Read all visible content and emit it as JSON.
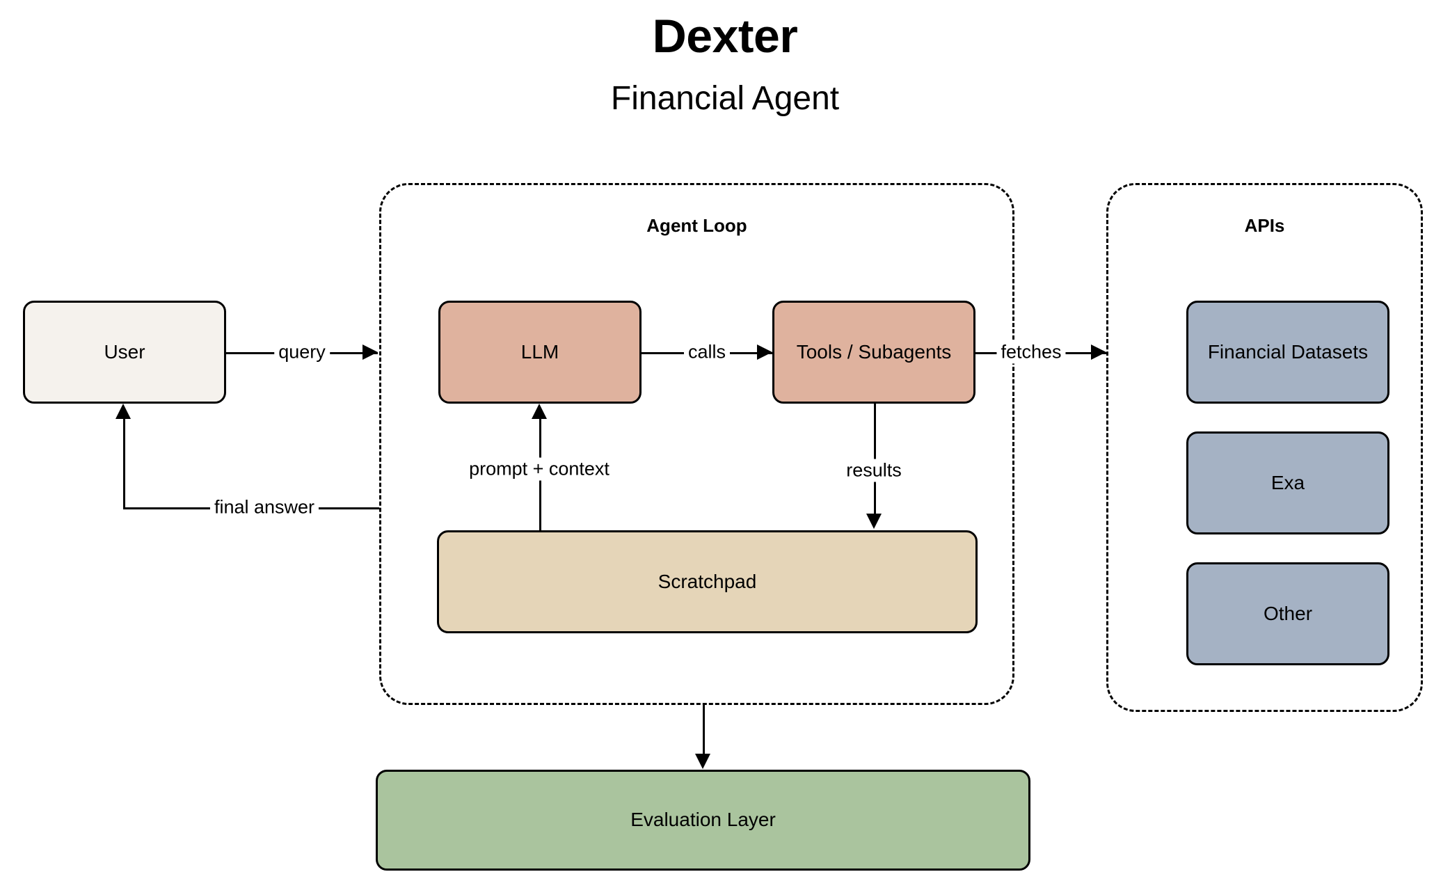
{
  "header": {
    "title": "Dexter",
    "subtitle": "Financial Agent"
  },
  "groups": {
    "agent_loop": {
      "label": "Agent Loop"
    },
    "apis": {
      "label": "APIs"
    }
  },
  "nodes": {
    "user": {
      "label": "User"
    },
    "llm": {
      "label": "LLM"
    },
    "tools": {
      "label": "Tools / Subagents"
    },
    "scratchpad": {
      "label": "Scratchpad"
    },
    "evaluation": {
      "label": "Evaluation Layer"
    },
    "financial_datasets": {
      "label": "Financial Datasets"
    },
    "exa": {
      "label": "Exa"
    },
    "other": {
      "label": "Other"
    }
  },
  "edges": {
    "query": {
      "label": "query"
    },
    "calls": {
      "label": "calls"
    },
    "fetches": {
      "label": "fetches"
    },
    "results": {
      "label": "results"
    },
    "prompt_context": {
      "label": "prompt + context"
    },
    "final_answer": {
      "label": "final answer"
    }
  },
  "colors": {
    "background": "#FFFFFF",
    "stroke": "#000000",
    "user_fill": "#F5F2ED",
    "llm_fill": "#DFB29E",
    "tools_fill": "#DFB29E",
    "scratchpad_fill": "#E5D5B8",
    "evaluation_fill": "#AAC49E",
    "api_fill": "#A5B2C4"
  },
  "chart_data": {
    "type": "diagram",
    "title": "Dexter Financial Agent",
    "subtitle": "Financial Agent",
    "nodes": [
      {
        "id": "user",
        "label": "User",
        "group": null,
        "fill": "#F5F2ED"
      },
      {
        "id": "llm",
        "label": "LLM",
        "group": "agent_loop",
        "fill": "#DFB29E"
      },
      {
        "id": "tools",
        "label": "Tools / Subagents",
        "group": "agent_loop",
        "fill": "#DFB29E"
      },
      {
        "id": "scratchpad",
        "label": "Scratchpad",
        "group": "agent_loop",
        "fill": "#E5D5B8"
      },
      {
        "id": "evaluation",
        "label": "Evaluation Layer",
        "group": null,
        "fill": "#AAC49E"
      },
      {
        "id": "financial_datasets",
        "label": "Financial Datasets",
        "group": "apis",
        "fill": "#A5B2C4"
      },
      {
        "id": "exa",
        "label": "Exa",
        "group": "apis",
        "fill": "#A5B2C4"
      },
      {
        "id": "other",
        "label": "Other",
        "group": "apis",
        "fill": "#A5B2C4"
      }
    ],
    "groups": [
      {
        "id": "agent_loop",
        "label": "Agent Loop",
        "style": "dashed"
      },
      {
        "id": "apis",
        "label": "APIs",
        "style": "dashed"
      }
    ],
    "edges": [
      {
        "from": "user",
        "to": "llm",
        "label": "query",
        "direction": "right"
      },
      {
        "from": "llm",
        "to": "tools",
        "label": "calls",
        "direction": "right"
      },
      {
        "from": "tools",
        "to": "apis",
        "label": "fetches",
        "direction": "right"
      },
      {
        "from": "tools",
        "to": "scratchpad",
        "label": "results",
        "direction": "down"
      },
      {
        "from": "scratchpad",
        "to": "llm",
        "label": "prompt + context",
        "direction": "up"
      },
      {
        "from": "agent_loop",
        "to": "user",
        "label": "final answer",
        "direction": "left"
      },
      {
        "from": "agent_loop",
        "to": "evaluation",
        "label": "",
        "direction": "down"
      }
    ]
  }
}
